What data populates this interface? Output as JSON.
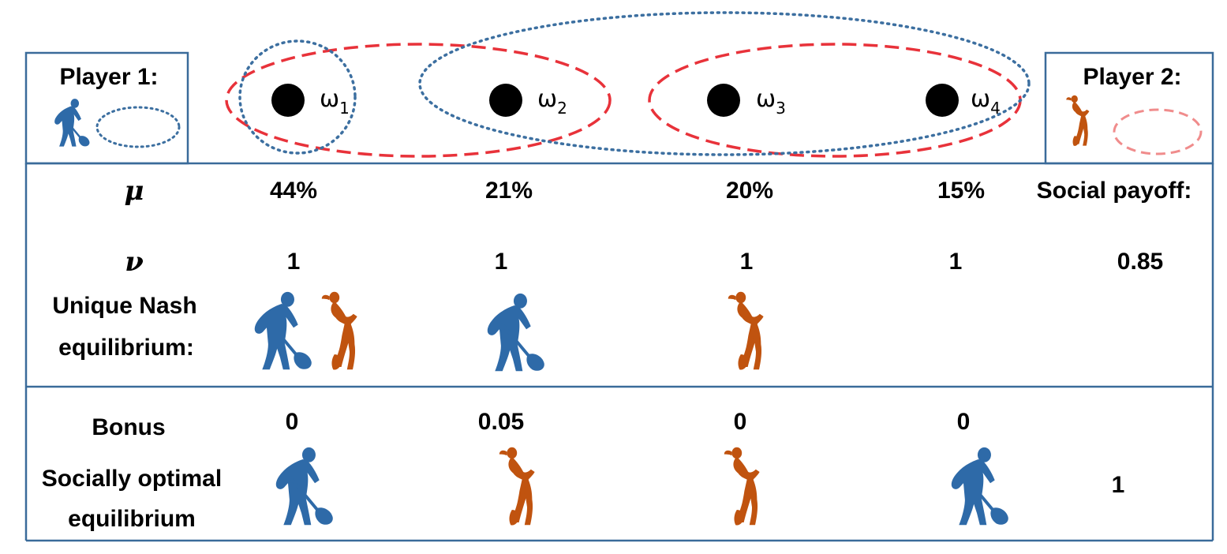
{
  "players": {
    "player1": {
      "label": "Player 1:",
      "color": "#2e6aa8",
      "partition_style": "dotted"
    },
    "player2": {
      "label": "Player 2:",
      "color": "#c0530f",
      "partition_style": "dashed"
    }
  },
  "states": [
    {
      "symbol": "ω",
      "index": "1"
    },
    {
      "symbol": "ω",
      "index": "2"
    },
    {
      "symbol": "ω",
      "index": "3"
    },
    {
      "symbol": "ω",
      "index": "4"
    }
  ],
  "colors": {
    "dotted_partition": "#3c6fa0",
    "dashed_partition": "#e8323a",
    "player2_legend_dash": "#f08c8c",
    "frame": "#3a6b9a"
  },
  "rows": {
    "mu": {
      "label": "μ",
      "values": [
        "44%",
        "21%",
        "20%",
        "15%"
      ]
    },
    "nu": {
      "label": "ν",
      "values": [
        "1",
        "1",
        "1",
        "1"
      ]
    },
    "nash": {
      "label_line1": "Unique Nash",
      "label_line2": "equilibrium:",
      "actions": [
        [
          "player1",
          "player2"
        ],
        [
          "player1"
        ],
        [
          "player2"
        ],
        []
      ]
    },
    "bonus": {
      "label": "Bonus",
      "values": [
        "0",
        "0.05",
        "0",
        "0"
      ]
    },
    "optimal": {
      "label_line1": "Socially optimal",
      "label_line2": "equilibrium",
      "actions": [
        [
          "player1"
        ],
        [
          "player2"
        ],
        [
          "player2"
        ],
        [
          "player1"
        ]
      ]
    }
  },
  "social_payoff": {
    "label": "Social payoff:",
    "nash_value": "0.85",
    "optimal_value": "1"
  }
}
